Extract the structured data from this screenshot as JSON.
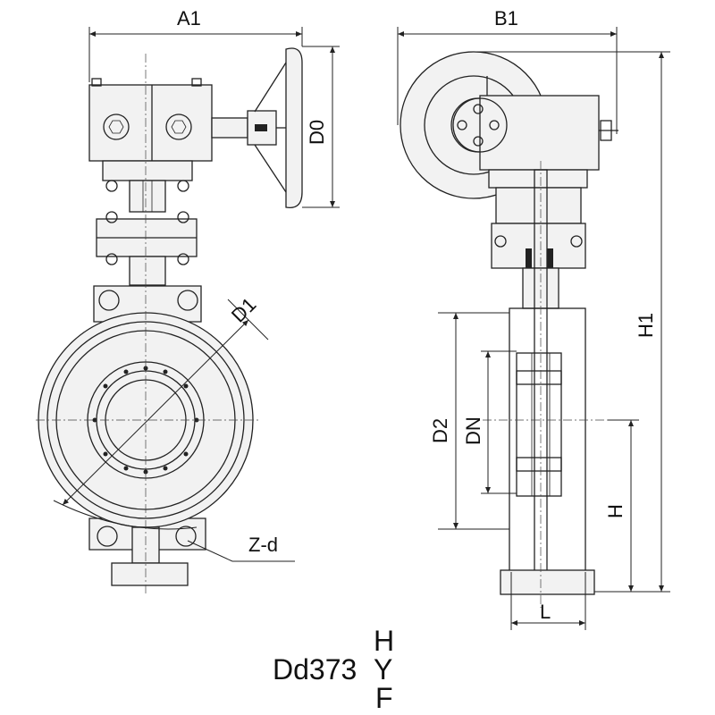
{
  "dimensions": {
    "a1": "A1",
    "b1": "B1",
    "d0": "D0",
    "d1": "D1",
    "h1": "H1",
    "d2": "D2",
    "dn": "DN",
    "h": "H",
    "l": "L",
    "zd": "Z-d"
  },
  "model": {
    "base": "Dd373",
    "variants": [
      "H",
      "Y",
      "F"
    ]
  }
}
